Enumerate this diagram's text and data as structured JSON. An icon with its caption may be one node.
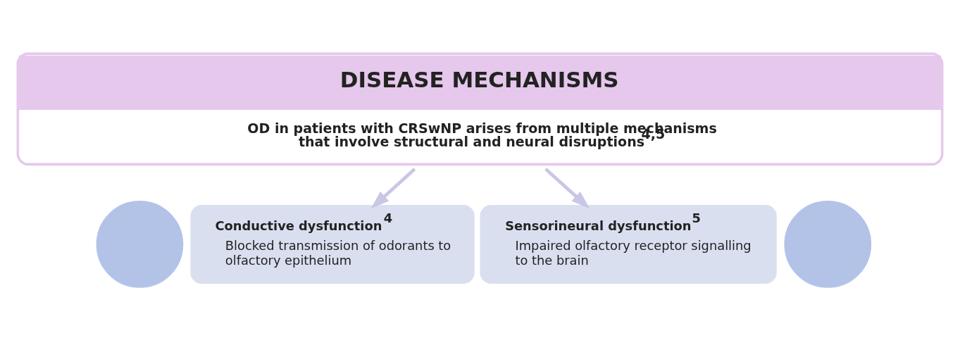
{
  "diagram": {
    "nodes": [
      {
        "text": [
          "DISEASE MECHANISMS",
          "OD in patients with CRSwNP arises from multiple mechanisms that involve structural and neural disruptions$^{4,5}$"
        ]
      },
      {
        "text": [],
        "shape": "circle"
      },
      {
        "text": [
          "Conductive dysfunction$^{4}$",
          "Blocked transmission of odorants to olfactory epithelium"
        ]
      },
      {
        "text": [
          "Sensorineural dysfunction$^{5}$",
          "Impaired olfactory receptor signalling to the brain"
        ]
      },
      {
        "text": [],
        "shape": "circle"
      }
    ],
    "edges": [
      {
        "from": 0,
        "to": 2,
        "arrow": "to"
      },
      {
        "from": 0,
        "to": 3,
        "arrow": "to"
      }
    ]
  }
}
